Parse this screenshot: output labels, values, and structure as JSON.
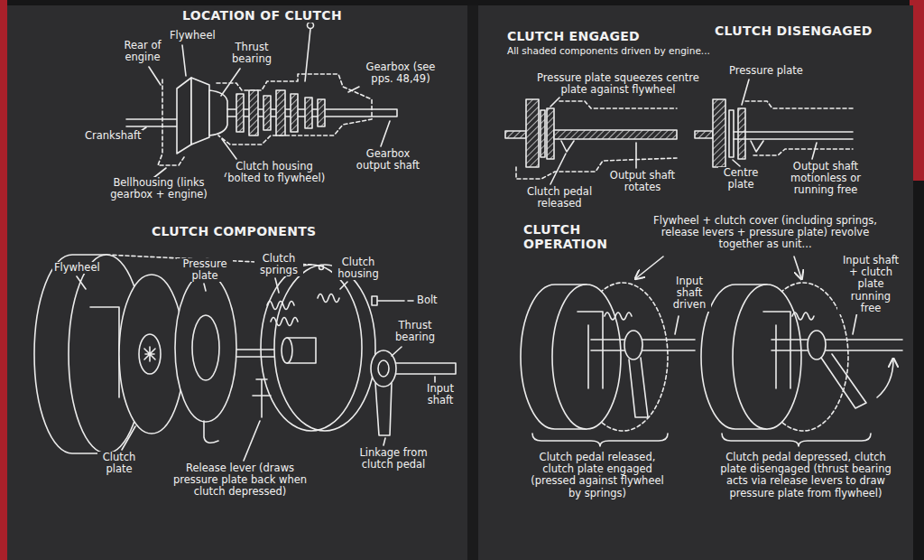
{
  "diagram": {
    "labels": [
      "LOCATION OF CLUTCH",
      "Rear of engine",
      "Flywheel",
      "Thrust bearing",
      "Gearbox (see pps. 48,49)",
      "Crankshaft",
      "Gearbox output shaft",
      "Clutch housing (bolted to flywheel)",
      "Bellhousing (links gearbox + engine)",
      "CLUTCH COMPONENTS",
      "Flywheel",
      "Pressure plate",
      "Clutch springs",
      "Clutch housing",
      "Bolt",
      "Thrust bearing",
      "Input shaft",
      "Clutch plate",
      "Release lever (draws pressure plate back when clutch depressed)",
      "Linkage from clutch pedal",
      "CLUTCH ENGAGED",
      "All shaded components driven by engine...",
      "CLUTCH DISENGAGED",
      "Pressure plate squeezes centre plate against flywheel",
      "Pressure plate",
      "Clutch pedal released",
      "Output shaft rotates",
      "Centre plate",
      "Output shaft motionless or running free",
      "CLUTCH OPERATION",
      "Flywheel + clutch cover (including springs, release levers + pressure plate) revolve together as unit...",
      "Input shaft driven",
      "Input shaft + clutch plate running free",
      "Clutch pedal released, clutch plate engaged (pressed against flywheel by springs)",
      "Clutch pedal depressed, clutch plate disengaged (thrust bearing acts via release levers to draw pressure plate from flywheel)"
    ]
  }
}
